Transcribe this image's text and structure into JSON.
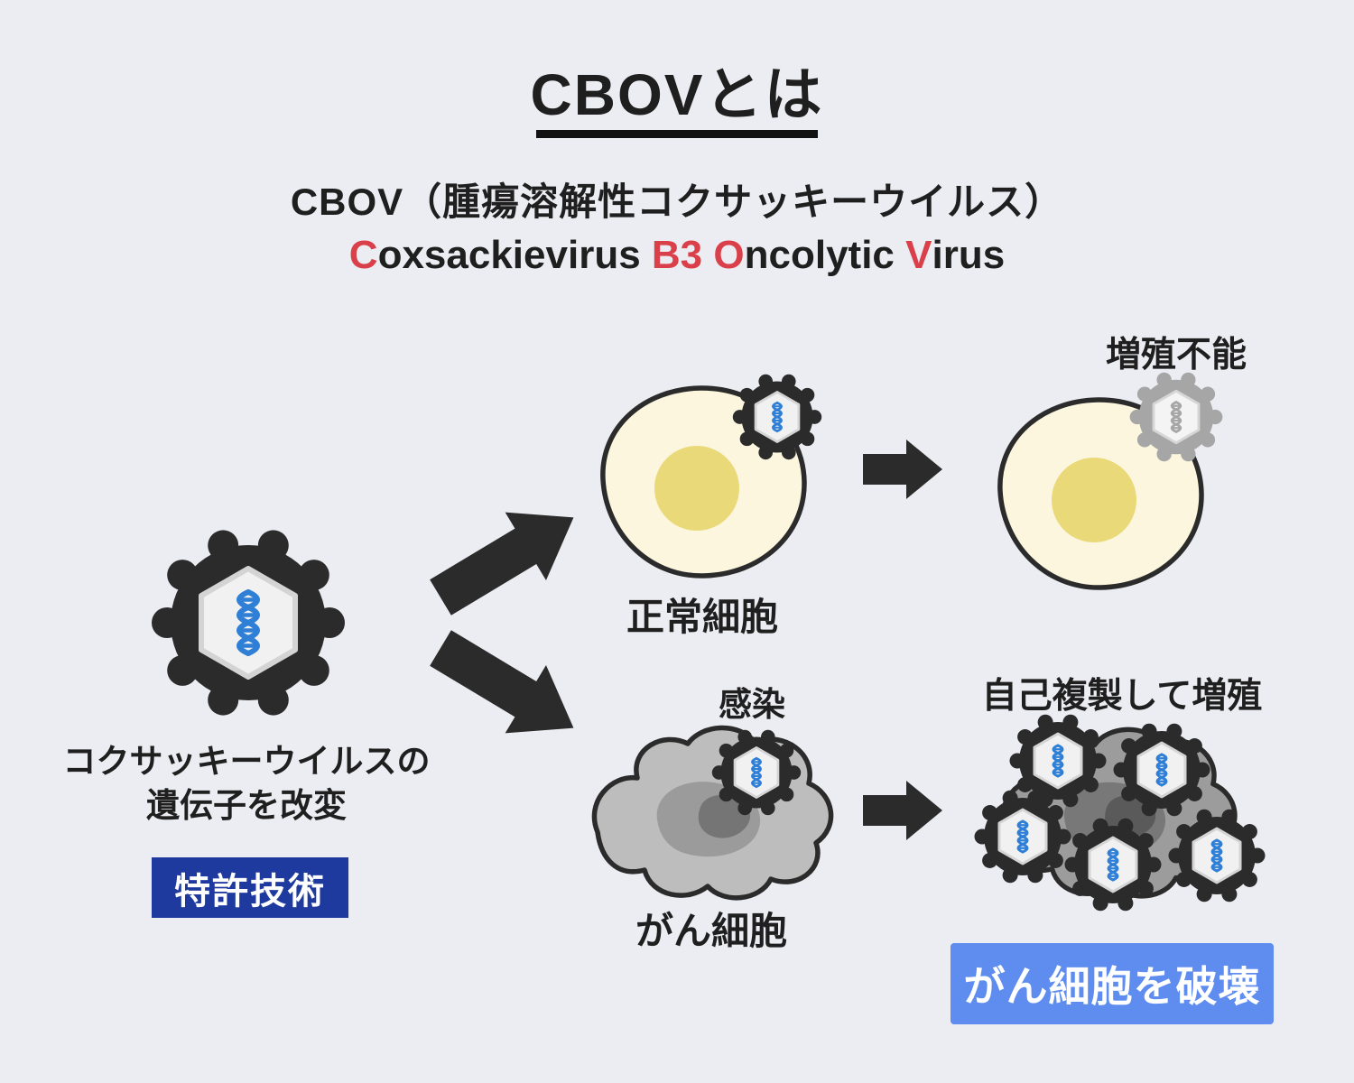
{
  "header": {
    "title": "CBOVとは",
    "subtitle_jp": "CBOV（腫瘍溶解性コクサッキーウイルス）",
    "latin": {
      "c": "C",
      "oxsackievirus": "oxsackievirus",
      "b3": "B3",
      "o": "O",
      "ncolytic": "ncolytic",
      "v": "V",
      "irus": "irus"
    }
  },
  "left_section": {
    "caption_line1": "コクサッキーウイルスの",
    "caption_line2": "遺伝子を改変",
    "patent_badge": "特許技術"
  },
  "normal_cell_row": {
    "cell_label": "正常細胞",
    "result_label": "増殖不能"
  },
  "cancer_cell_row": {
    "infection_label": "感染",
    "cell_label": "がん細胞",
    "result_label": "自己複製して増殖",
    "destroy_badge": "がん細胞を破壊"
  },
  "icons": {
    "virus": "virus-icon",
    "dna": "dna-strand-icon",
    "arrow": "block-arrow-icon",
    "normal_cell": "normal-cell-shape",
    "cancer_cell": "cancer-cell-shape"
  },
  "colors": {
    "background": "#ecedf2",
    "accent_red": "#d9404a",
    "patent_badge_blue": "#1e3a9e",
    "destroy_badge_blue": "#5f8cef",
    "virus_body_dark": "#2b2b2b",
    "virus_body_gray": "#a6a6a6",
    "dna_blue": "#2f7fd6",
    "cell_cream": "#fbf6dd",
    "nucleus_yellow": "#e9d978",
    "cancer_cell_gray": "#bdbdbd",
    "arrow_dark": "#2b2b2b",
    "text_dark": "#1f1f1f"
  }
}
